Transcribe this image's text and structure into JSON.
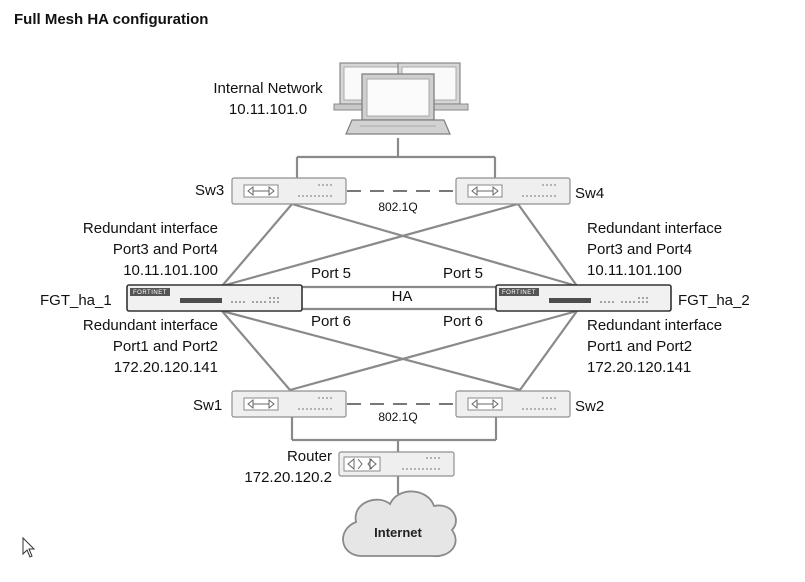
{
  "title": "Full Mesh HA configuration",
  "internal_network": {
    "name": "Internal Network",
    "subnet": "10.11.101.0"
  },
  "switches": {
    "sw1": "Sw1",
    "sw2": "Sw2",
    "sw3": "Sw3",
    "sw4": "Sw4"
  },
  "trunk_top": "802.1Q",
  "trunk_bottom": "802.1Q",
  "fgt1": {
    "name": "FGT_ha_1",
    "brand": "FORTINET",
    "upper": {
      "line1": "Redundant interface",
      "line2": "Port3 and Port4",
      "ip": "10.11.101.100"
    },
    "lower": {
      "line1": "Redundant interface",
      "line2": "Port1 and Port2",
      "ip": "172.20.120.141"
    }
  },
  "fgt2": {
    "name": "FGT_ha_2",
    "brand": "FORTINET",
    "upper": {
      "line1": "Redundant interface",
      "line2": "Port3 and Port4",
      "ip": "10.11.101.100"
    },
    "lower": {
      "line1": "Redundant interface",
      "line2": "Port1 and Port2",
      "ip": "172.20.120.141"
    }
  },
  "ha": {
    "label": "HA",
    "port5_left": "Port 5",
    "port5_right": "Port 5",
    "port6_left": "Port 6",
    "port6_right": "Port 6"
  },
  "router": {
    "name": "Router",
    "ip": "172.20.120.2"
  },
  "internet": "Internet",
  "icons": [
    "laptop-icon",
    "switch-icon",
    "router-icon",
    "cloud-icon",
    "cursor-icon"
  ]
}
